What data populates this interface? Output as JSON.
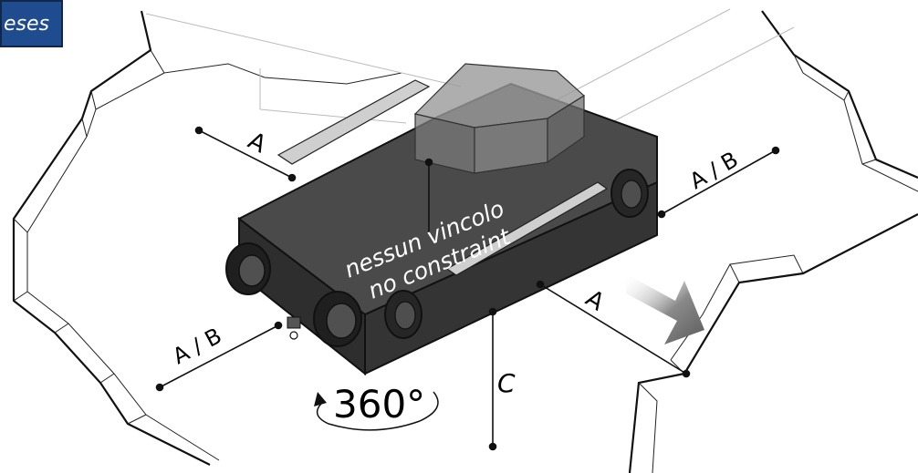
{
  "corner_tag": "eses",
  "labels": {
    "a_left": "A",
    "a_right": "A",
    "ab_left": "A / B",
    "ab_right": "A / B",
    "c": "C",
    "nessun_vincolo": "nessun vincolo",
    "no_constraint": "no constraint",
    "rotation": "360°"
  },
  "colors": {
    "unit_body": "#3c3c3c",
    "unit_top": "#5a5a5a",
    "duct": "#8f8f8f",
    "outline": "#111111",
    "arrow": "#6e6e6e",
    "tag": "#1f4b8f"
  }
}
